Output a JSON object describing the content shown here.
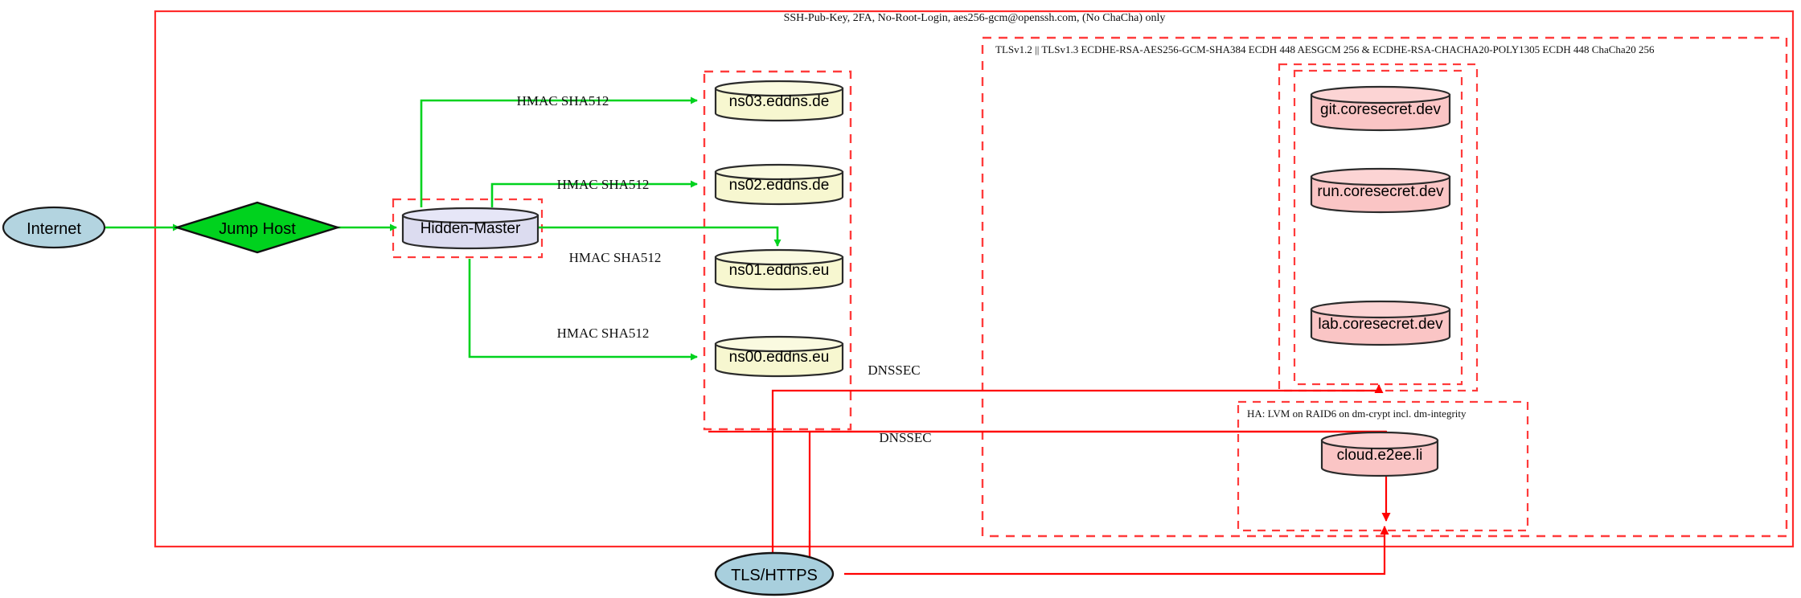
{
  "diagram": {
    "title_annotations": {
      "outer_frame_label": "SSH-Pub-Key, 2FA, No-Root-Login, aes256-gcm@openssh.com, (No ChaCha) only",
      "tls_cluster_label": "TLSv1.2 || TLSv1.3 ECDHE-RSA-AES256-GCM-SHA384 ECDH 448 AESGCM 256 & ECDHE-RSA-CHACHA20-POLY1305 ECDH 448 ChaCha20 256",
      "ha_cluster_label": "HA: LVM on RAID6 on dm-crypt incl. dm-integrity"
    },
    "nodes": {
      "internet": {
        "label": "Internet",
        "shape": "ellipse",
        "fill": "#b3d4e0"
      },
      "jump_host": {
        "label": "Jump Host",
        "shape": "diamond",
        "fill": "#00d21e"
      },
      "hidden_master": {
        "label": "Hidden-Master",
        "shape": "cylinder",
        "fill": "#dcdcf0"
      },
      "ns03": {
        "label": "ns03.eddns.de",
        "shape": "cylinder",
        "fill": "#f7f7d0"
      },
      "ns02": {
        "label": "ns02.eddns.de",
        "shape": "cylinder",
        "fill": "#f7f7d0"
      },
      "ns01": {
        "label": "ns01.eddns.eu",
        "shape": "cylinder",
        "fill": "#f7f7d0"
      },
      "ns00": {
        "label": "ns00.eddns.eu",
        "shape": "cylinder",
        "fill": "#f7f7d0"
      },
      "git": {
        "label": "git.coresecret.dev",
        "shape": "cylinder",
        "fill": "#fac5c5"
      },
      "run": {
        "label": "run.coresecret.dev",
        "shape": "cylinder",
        "fill": "#fac5c5"
      },
      "lab": {
        "label": "lab.coresecret.dev",
        "shape": "cylinder",
        "fill": "#fac5c5"
      },
      "cloud": {
        "label": "cloud.e2ee.li",
        "shape": "cylinder",
        "fill": "#fac5c5"
      },
      "tls_https": {
        "label": "TLS/HTTPS",
        "shape": "ellipse",
        "fill": "#a8cfdd"
      }
    },
    "edge_labels": {
      "hmac_ns03": "HMAC SHA512",
      "hmac_ns02": "HMAC SHA512",
      "hmac_ns01": "HMAC SHA512",
      "hmac_ns00": "HMAC SHA512",
      "dnssec_upper": "DNSSEC",
      "dnssec_lower": "DNSSEC"
    },
    "colors": {
      "green_edge": "#00d21e",
      "red_edge": "#ff0000",
      "frame_red": "#ff2b2b",
      "node_blue": "#b3d4e0",
      "node_lavender": "#dcdcf0",
      "node_cream": "#f7f7d0",
      "node_pink": "#fac5c5"
    }
  }
}
